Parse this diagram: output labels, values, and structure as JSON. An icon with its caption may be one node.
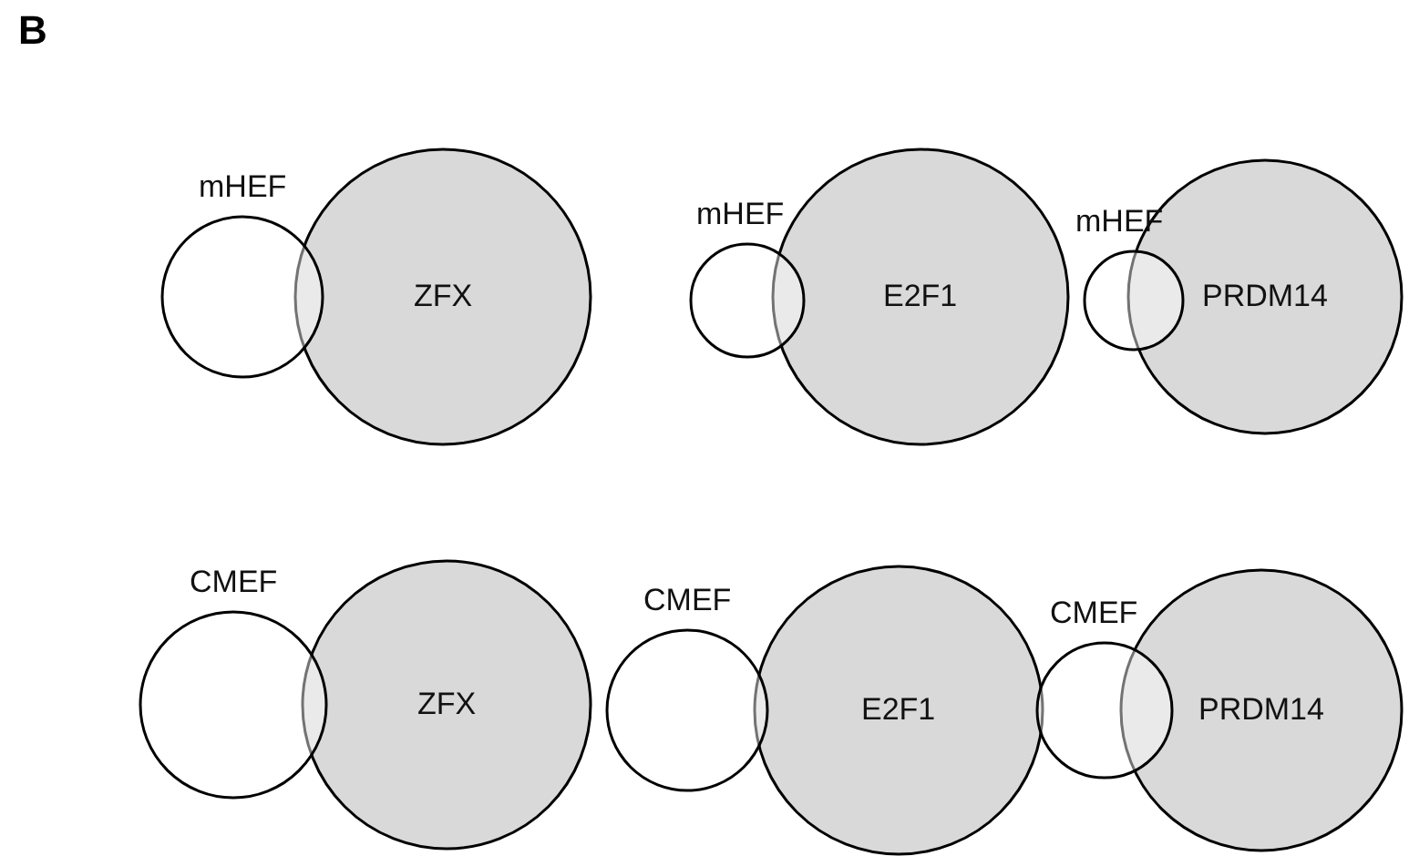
{
  "diagram": {
    "nodes": [
      {
        "text": [
          "mHEF"
        ]
      },
      {
        "text": [
          "ZFX"
        ]
      },
      {
        "text": [
          "mHEF"
        ]
      },
      {
        "text": [
          "E2F1"
        ]
      },
      {
        "text": [
          "mHEF"
        ]
      },
      {
        "text": [
          "PRDM14"
        ]
      },
      {
        "text": [
          "CMEF"
        ]
      },
      {
        "text": [
          "ZFX"
        ]
      },
      {
        "text": [
          "CMEF"
        ]
      },
      {
        "text": [
          "E2F1"
        ]
      },
      {
        "text": [
          "CMEF"
        ]
      },
      {
        "text": [
          "PRDM14"
        ]
      }
    ],
    "labels": [
      "B"
    ]
  }
}
